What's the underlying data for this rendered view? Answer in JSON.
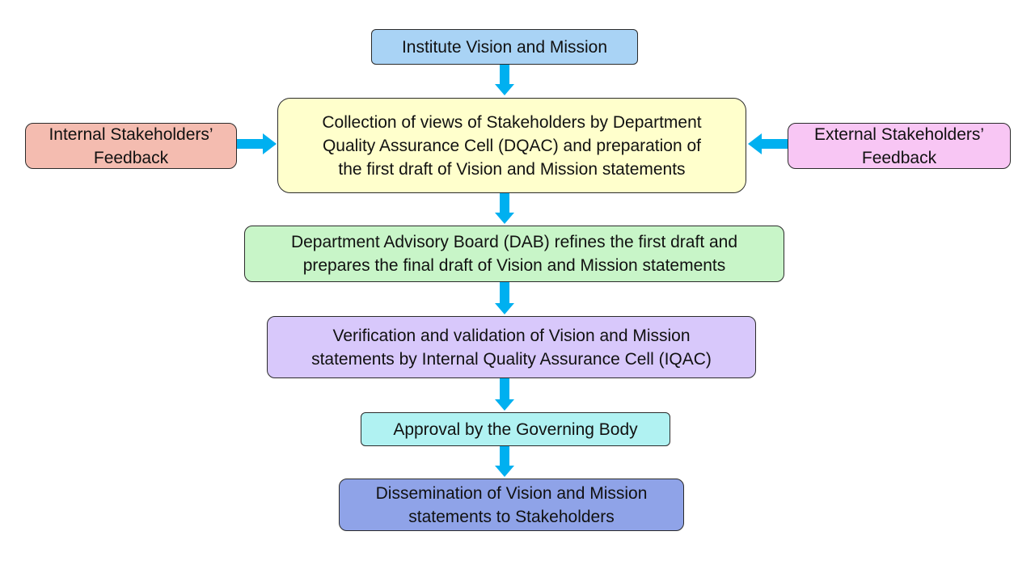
{
  "diagram": {
    "nodes": {
      "vision": "Institute Vision and Mission",
      "collection": "Collection of views of Stakeholders by Department\nQuality Assurance Cell (DQAC) and preparation of\nthe first draft of Vision and Mission statements",
      "internal": "Internal Stakeholders’\nFeedback",
      "external": "External Stakeholders’\nFeedback",
      "dab": "Department Advisory Board (DAB) refines the first draft and\nprepares the final draft of Vision and Mission statements",
      "iqac": "Verification and validation of Vision and Mission\nstatements by Internal Quality Assurance Cell (IQAC)",
      "approval": "Approval by the Governing Body",
      "dissemination": "Dissemination of Vision and Mission\nstatements to Stakeholders"
    },
    "colors": {
      "arrow": "#00b0f0",
      "vision_fill": "#a9d3f5",
      "collection_fill": "#ffffcc",
      "internal_fill": "#f4bcb0",
      "external_fill": "#f8c6f4",
      "dab_fill": "#c8f5c8",
      "iqac_fill": "#d8c8fb",
      "approval_fill": "#b0f2f2",
      "dissemination_fill": "#8fa3e8"
    }
  }
}
